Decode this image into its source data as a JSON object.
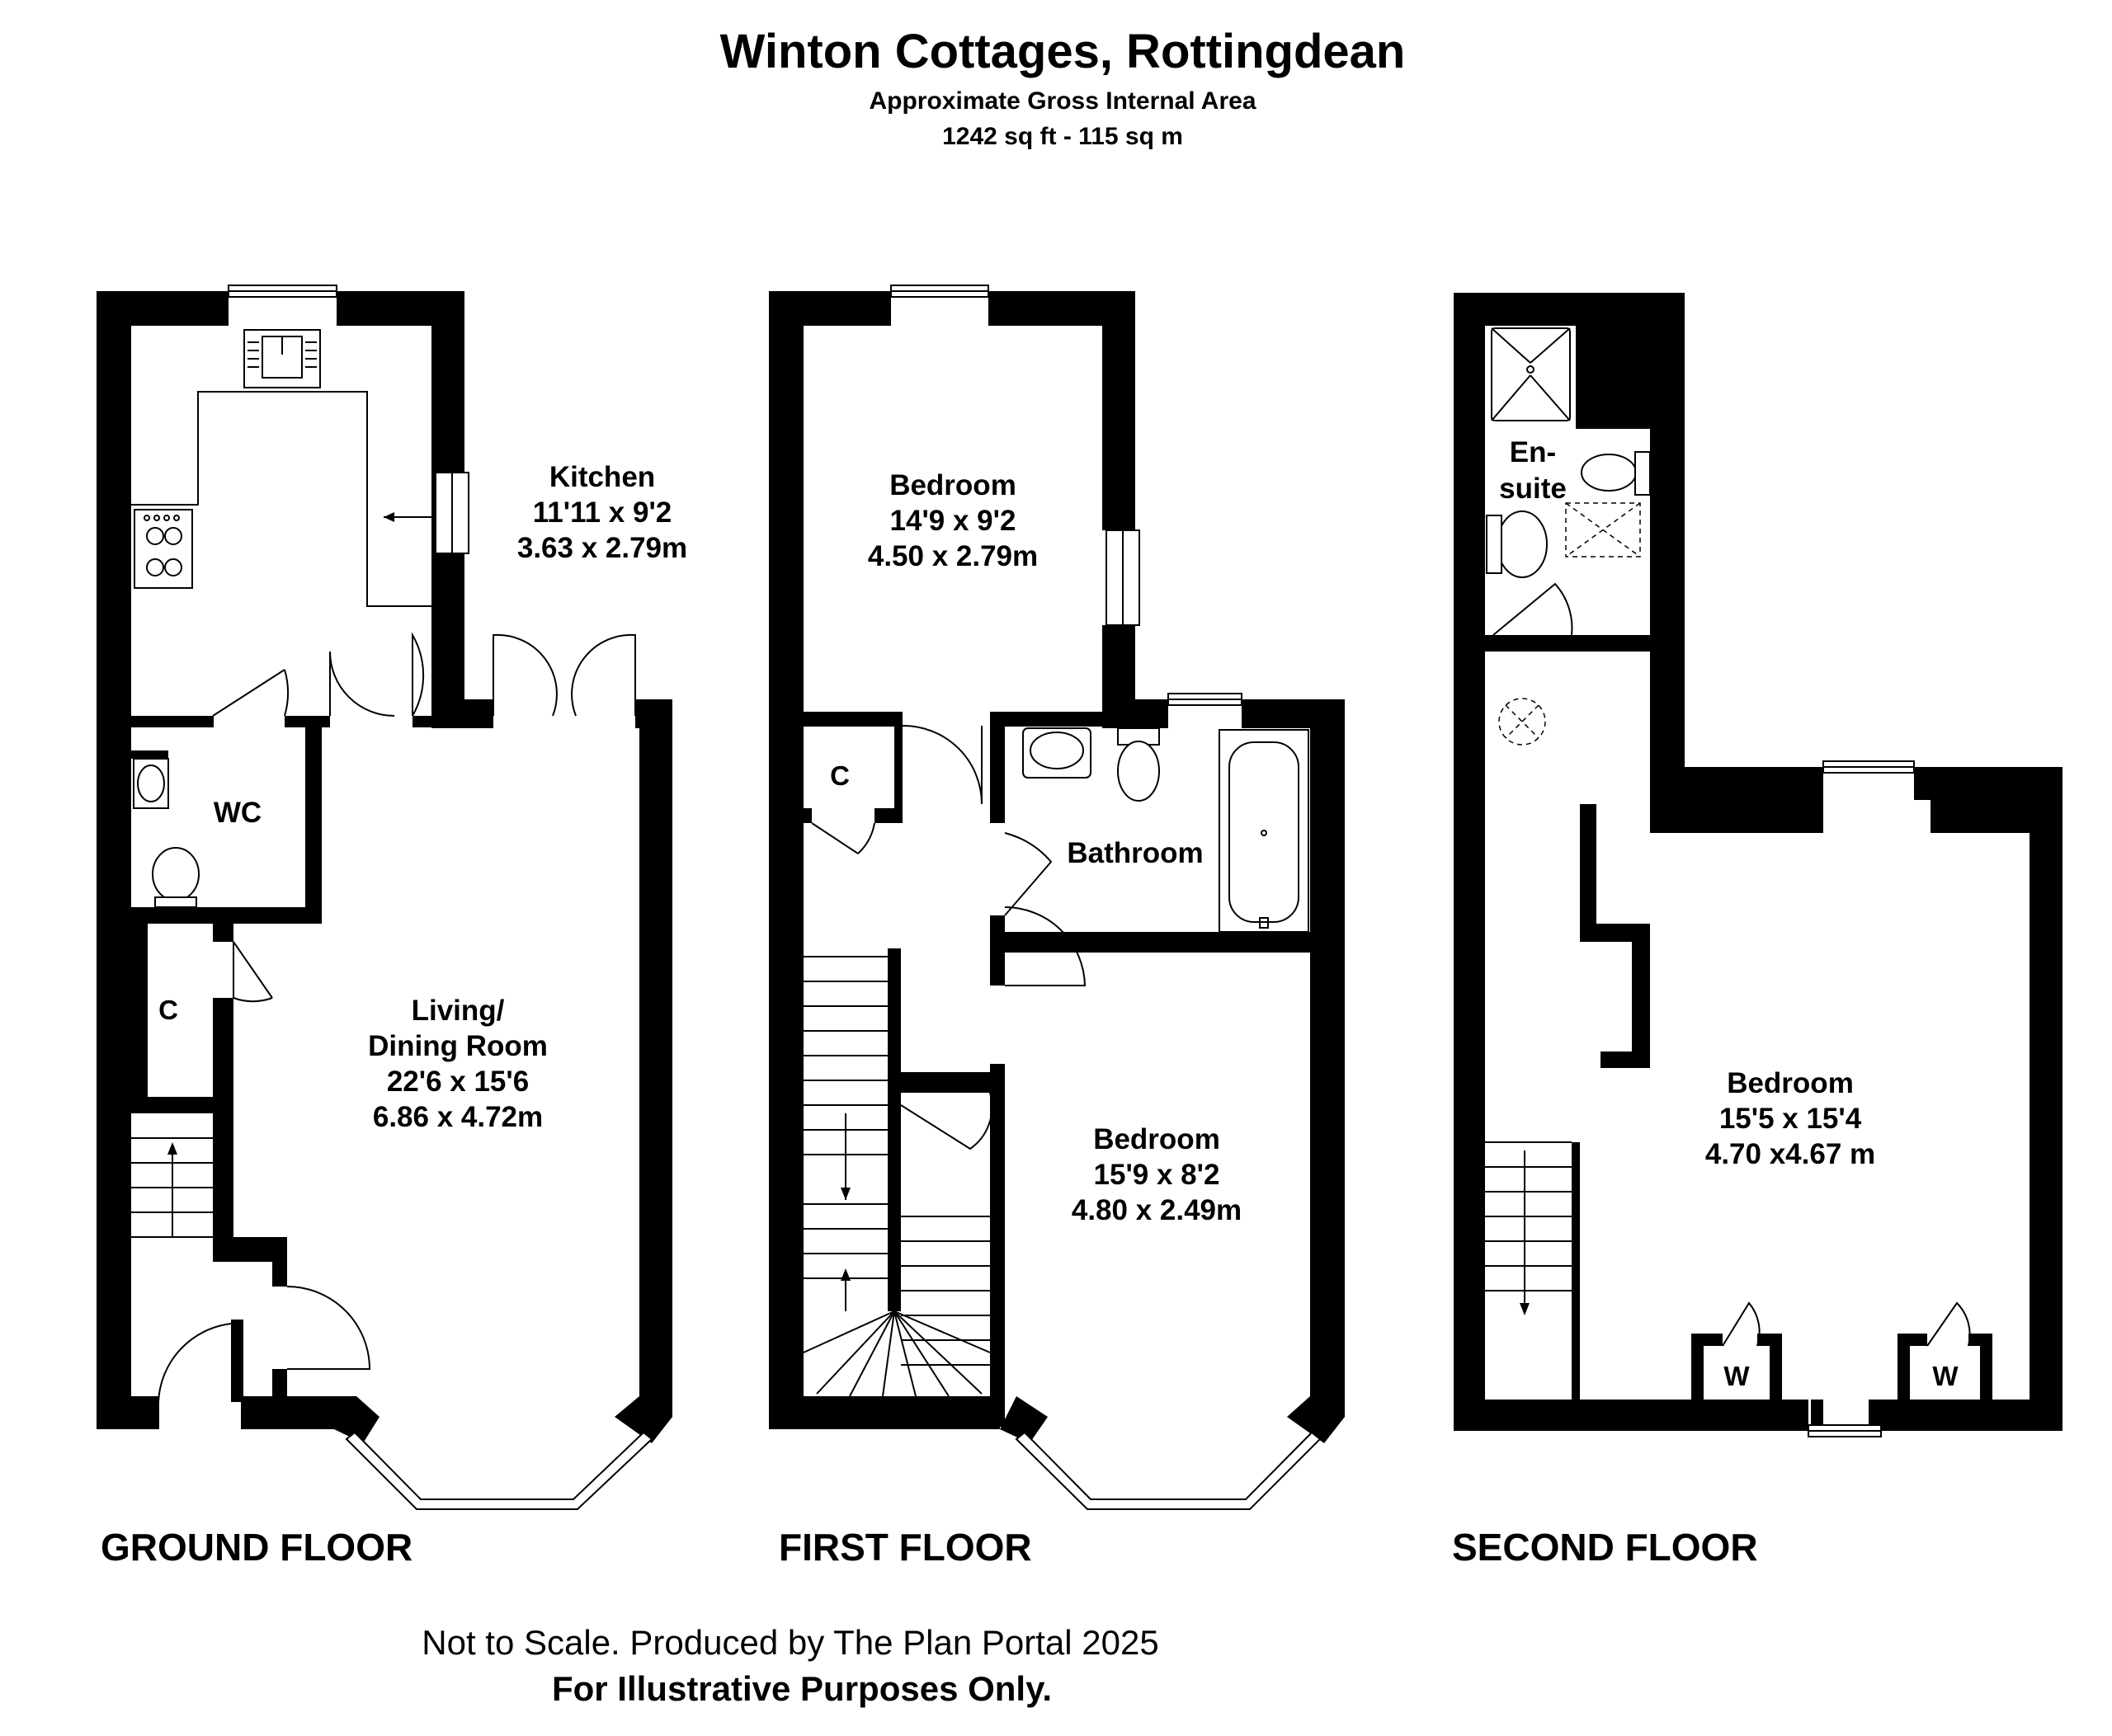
{
  "header": {
    "title": "Winton Cottages, Rottingdean",
    "subtitle": "Approximate Gross Internal Area",
    "area": "1242 sq ft - 115 sq m"
  },
  "ground_floor": {
    "label": "GROUND FLOOR",
    "kitchen": {
      "name": "Kitchen",
      "imperial": "11'11 x 9'2",
      "metric": "3.63 x 2.79m"
    },
    "wc": {
      "name": "WC"
    },
    "cupboard": {
      "name": "C"
    },
    "living": {
      "name_line1": "Living/",
      "name_line2": "Dining Room",
      "imperial": "22'6 x 15'6",
      "metric": "6.86 x 4.72m"
    }
  },
  "first_floor": {
    "label": "FIRST FLOOR",
    "bedroom_rear": {
      "name": "Bedroom",
      "imperial": "14'9 x 9'2",
      "metric": "4.50 x 2.79m"
    },
    "cupboard": {
      "name": "C"
    },
    "bathroom": {
      "name": "Bathroom"
    },
    "bedroom_front": {
      "name": "Bedroom",
      "imperial": "15'9 x 8'2",
      "metric": "4.80 x 2.49m"
    }
  },
  "second_floor": {
    "label": "SECOND FLOOR",
    "ensuite": {
      "name_line1": "En-",
      "name_line2": "suite"
    },
    "bedroom": {
      "name": "Bedroom",
      "imperial": "15'5 x 15'4",
      "metric": "4.70 x4.67 m"
    },
    "wardrobe_left": {
      "name": "W"
    },
    "wardrobe_right": {
      "name": "W"
    }
  },
  "footer": {
    "line1": "Not to Scale. Produced by The Plan Portal 2025",
    "line2": "For Illustrative Purposes Only."
  }
}
